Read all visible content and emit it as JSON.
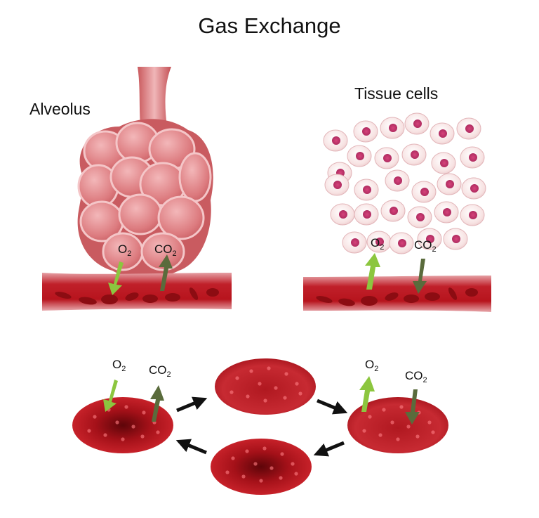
{
  "title": "Gas Exchange",
  "alveolus_label": "Alveolus",
  "tissue_label": "Tissue cells",
  "gas": {
    "o2_main": "O",
    "o2_sub": "2",
    "co2_main": "CO",
    "co2_sub": "2"
  },
  "colors": {
    "o2_arrow": "#8cc63f",
    "co2_arrow": "#5a6b3c",
    "blood_cell": "#b3151c",
    "alveolus": "#d9767a",
    "tissue_cell": "#f6dede",
    "nucleus": "#c0306a"
  }
}
